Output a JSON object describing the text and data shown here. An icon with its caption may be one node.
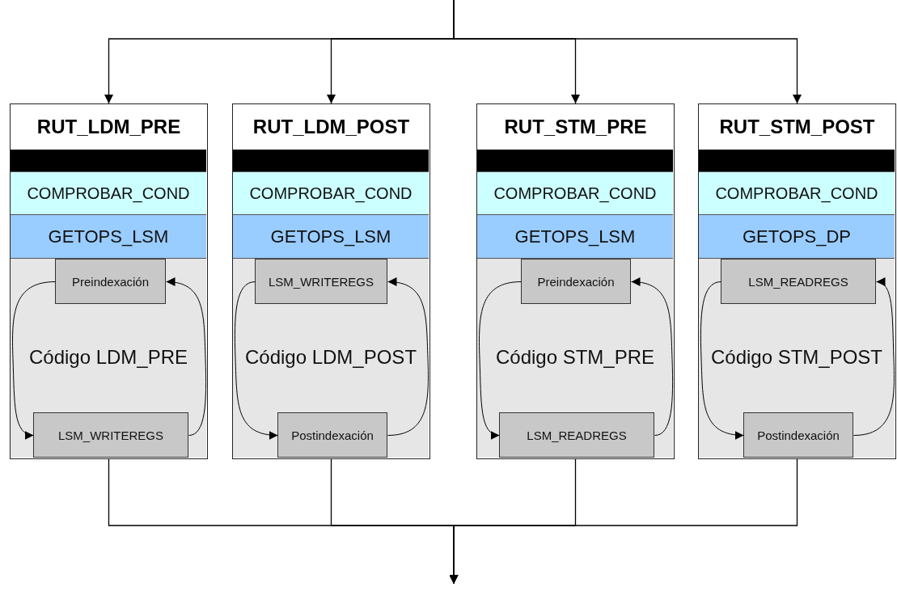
{
  "diagram": {
    "nodes": [
      {
        "text": [
          "RUT_LDM_PRE"
        ]
      },
      {
        "text": [],
        "shape": "bar",
        "in": 0
      },
      {
        "text": [
          "COMPROBAR_COND"
        ],
        "in": 0
      },
      {
        "text": [
          "GETOPS_LSM"
        ],
        "in": 0
      },
      {
        "text": [
          "Código LDM_PRE"
        ],
        "in": 0
      },
      {
        "text": [
          "Preindexación"
        ],
        "in": 4
      },
      {
        "text": [
          "LSM_WRITEREGS"
        ],
        "in": 4
      },
      {
        "text": [
          "RUT_LDM_POST"
        ]
      },
      {
        "text": [],
        "shape": "bar",
        "in": 7
      },
      {
        "text": [
          "COMPROBAR_COND"
        ],
        "in": 7
      },
      {
        "text": [
          "GETOPS_LSM"
        ],
        "in": 7
      },
      {
        "text": [
          "Código LDM_POST"
        ],
        "in": 7
      },
      {
        "text": [
          "LSM_WRITEREGS"
        ],
        "in": 11
      },
      {
        "text": [
          "Postindexación"
        ],
        "in": 11
      },
      {
        "text": [
          "RUT_STM_PRE"
        ]
      },
      {
        "text": [],
        "shape": "bar",
        "in": 14
      },
      {
        "text": [
          "COMPROBAR_COND"
        ],
        "in": 14
      },
      {
        "text": [
          "GETOPS_LSM"
        ],
        "in": 14
      },
      {
        "text": [
          "Código STM_PRE"
        ],
        "in": 14
      },
      {
        "text": [
          "Preindexación"
        ],
        "in": 18
      },
      {
        "text": [
          "LSM_READREGS"
        ],
        "in": 18
      },
      {
        "text": [
          "RUT_STM_POST"
        ]
      },
      {
        "text": [],
        "shape": "bar",
        "in": 21
      },
      {
        "text": [
          "COMPROBAR_COND"
        ],
        "in": 21
      },
      {
        "text": [
          "GETOPS_DP"
        ],
        "in": 21
      },
      {
        "text": [
          "Código STM_POST"
        ],
        "in": 21
      },
      {
        "text": [
          "LSM_READREGS"
        ],
        "in": 25
      },
      {
        "text": [
          "Postindexación"
        ],
        "in": 25
      }
    ],
    "edges": [
      {
        "from": null,
        "to": 0,
        "arrow": "to"
      },
      {
        "from": null,
        "to": 7,
        "arrow": "to"
      },
      {
        "from": null,
        "to": 14,
        "arrow": "to"
      },
      {
        "from": null,
        "to": 21,
        "arrow": "to"
      },
      {
        "from": 5,
        "to": 6,
        "arrow": "to"
      },
      {
        "from": 6,
        "to": 5,
        "arrow": "to"
      },
      {
        "from": 12,
        "to": 13,
        "arrow": "to"
      },
      {
        "from": 13,
        "to": 12,
        "arrow": "to"
      },
      {
        "from": 19,
        "to": 20,
        "arrow": "to"
      },
      {
        "from": 20,
        "to": 19,
        "arrow": "to"
      },
      {
        "from": 26,
        "to": 27,
        "arrow": "to"
      },
      {
        "from": 27,
        "to": 26,
        "arrow": "to"
      },
      {
        "from": 0,
        "to": null,
        "arrow": "to"
      },
      {
        "from": 7,
        "to": null,
        "arrow": "to"
      },
      {
        "from": 14,
        "to": null,
        "arrow": "to"
      },
      {
        "from": 21,
        "to": null,
        "arrow": "to"
      }
    ]
  }
}
